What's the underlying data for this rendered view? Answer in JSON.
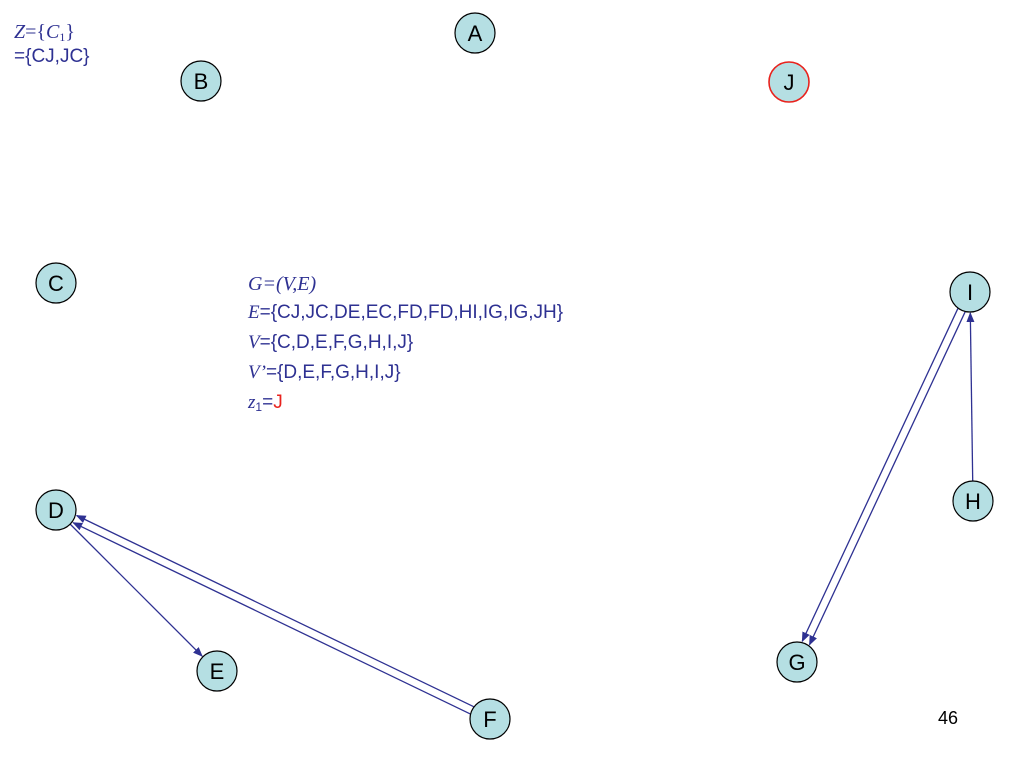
{
  "nodes": [
    {
      "id": "A",
      "label": "A",
      "highlight": false
    },
    {
      "id": "B",
      "label": "B",
      "highlight": false
    },
    {
      "id": "J",
      "label": "J",
      "highlight": true
    },
    {
      "id": "C",
      "label": "C",
      "highlight": false
    },
    {
      "id": "I",
      "label": "I",
      "highlight": false
    },
    {
      "id": "D",
      "label": "D",
      "highlight": false
    },
    {
      "id": "H",
      "label": "H",
      "highlight": false
    },
    {
      "id": "G",
      "label": "G",
      "highlight": false
    },
    {
      "id": "E",
      "label": "E",
      "highlight": false
    },
    {
      "id": "F",
      "label": "F",
      "highlight": false
    }
  ],
  "edges": [
    {
      "from": "D",
      "to": "E"
    },
    {
      "from": "F",
      "to": "D"
    },
    {
      "from": "F",
      "to": "D"
    },
    {
      "from": "H",
      "to": "I"
    },
    {
      "from": "I",
      "to": "G"
    },
    {
      "from": "I",
      "to": "G"
    }
  ],
  "colors": {
    "node_fill": "#b5dfe3",
    "node_stroke": "#000000",
    "highlight_stroke": "#e8221d",
    "edge": "#2e3192",
    "text": "#2e3192",
    "accent": "#e8221d"
  },
  "z_block": {
    "z_var": "Z",
    "z_eq": "={",
    "c_var": "C",
    "c_sub": "1",
    "z_close": "}",
    "line2": "={CJ,JC}"
  },
  "info": {
    "g_line": "G=(V,E)",
    "e_var": "E",
    "e_value": "={CJ,JC,DE,EC,FD,FD,HI,IG,IG,JH}",
    "v_var": "V",
    "v_value": "={C,D,E,F,G,H,I,J}",
    "vp_var": "V’",
    "vp_value": "={D,E,F,G,H,I,J}",
    "z1_var": "z",
    "z1_sub": "1",
    "z1_eq": "=",
    "z1_value": "J"
  },
  "page_number": "46"
}
